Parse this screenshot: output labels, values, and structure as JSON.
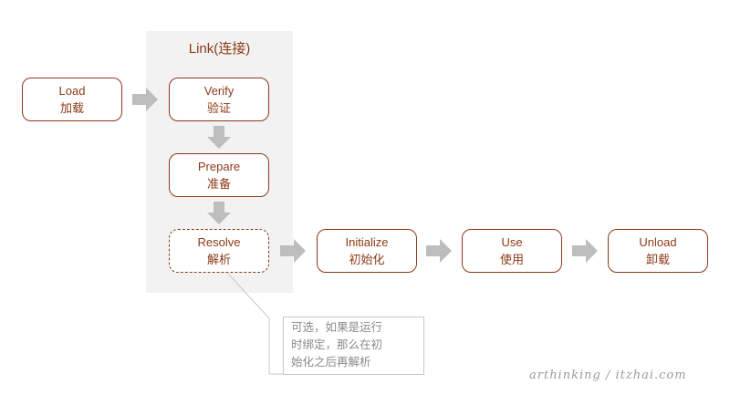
{
  "link_group": {
    "title": "Link(连接)"
  },
  "stages": {
    "load": {
      "en": "Load",
      "zh": "加载"
    },
    "verify": {
      "en": "Verify",
      "zh": "验证"
    },
    "prepare": {
      "en": "Prepare",
      "zh": "准备"
    },
    "resolve": {
      "en": "Resolve",
      "zh": "解析"
    },
    "initialize": {
      "en": "Initialize",
      "zh": "初始化"
    },
    "use": {
      "en": "Use",
      "zh": "使用"
    },
    "unload": {
      "en": "Unload",
      "zh": "卸载"
    }
  },
  "note": {
    "lines": [
      "可选，如果是运行",
      "时绑定，那么在初",
      "始化之后再解析"
    ]
  },
  "watermark": "arthinking / itzhai.com",
  "colors": {
    "stage_border": "#8b3a17",
    "stage_text": "#8b3a17",
    "arrow": "#bdbdbd",
    "group_bg": "#f2f2f2",
    "note_text": "#8a8a8a"
  }
}
